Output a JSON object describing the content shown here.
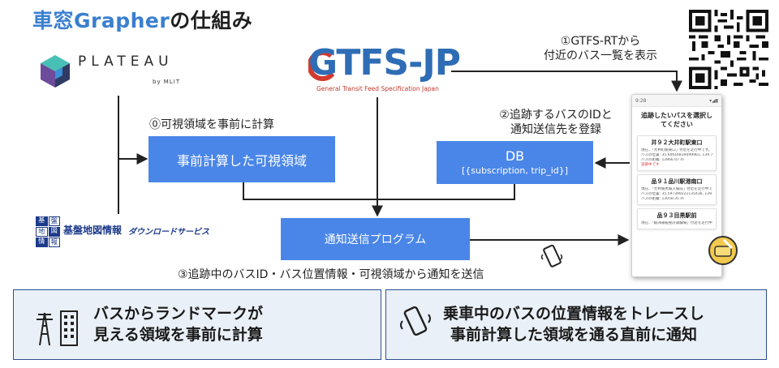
{
  "title": {
    "accent": "車窓Grapher",
    "rest": "の仕組み"
  },
  "plateau": {
    "word": "PLATEAU",
    "sub": "by MLIT"
  },
  "gtfs": {
    "word": "GTFS-JP",
    "sub": "General Transit Feed Specification Japan"
  },
  "labels": {
    "step1_line1": "①GTFS-RTから",
    "step1_line2": "付近のバス一覧を表示",
    "step0": "⓪可視領域を事前に計算",
    "step2_line1": "②追跡するバスのIDと",
    "step2_line2": "通知送信先を登録",
    "step3": "③追跡中のバスID・バス位置情報・可視領域から通知を送信"
  },
  "boxes": {
    "precompute": "事前計算した可視領域",
    "db_title": "DB",
    "db_sub": "[{subscription, trip_id}]",
    "notify": "通知送信プログラム"
  },
  "gsi": {
    "logo_chars": [
      "基",
      "盤",
      "地",
      "図",
      "情",
      "報"
    ],
    "title": "基盤地図情報",
    "sub": "ダウンロードサービス"
  },
  "phone": {
    "time": "9:28",
    "heading_line1": "追跡したいバスを選択し",
    "heading_line2": "てください",
    "cards": [
      {
        "title": "井９２大井町駅東口",
        "lines": [
          "現在、「大井町駅東口」付近を走行中です。",
          "バスの位置: 35.60616839099961, 139.7294989991634",
          "バスの距離: 13966.07 m"
        ],
        "link": "追跡中です"
      },
      {
        "title": "品９１品川駅港南口",
        "lines": [
          "現在、「大井競馬場入場前」付近を走行中です。",
          "バスの位置: 35.597399221135436, 139.75257475305136",
          "バスの距離: 13058.35 m"
        ],
        "link": ""
      },
      {
        "title": "品９３目黒駅前",
        "lines": [
          "現在、「鮫洲運転免許試験場」付近を走行中です。"
        ],
        "link": ""
      }
    ]
  },
  "panels": {
    "left_line1": "バスからランドマークが",
    "left_line2": "見える領域を事前に計算",
    "right_line1": "乗車中のバスの位置情報をトレースし",
    "right_line2": "事前計算した領域を通る直前に通知"
  },
  "colors": {
    "box_blue": "#4a86e8",
    "panel_bg": "#eaf0f7",
    "panel_border": "#2b4f8f",
    "title_accent": "#3a7fcf"
  }
}
